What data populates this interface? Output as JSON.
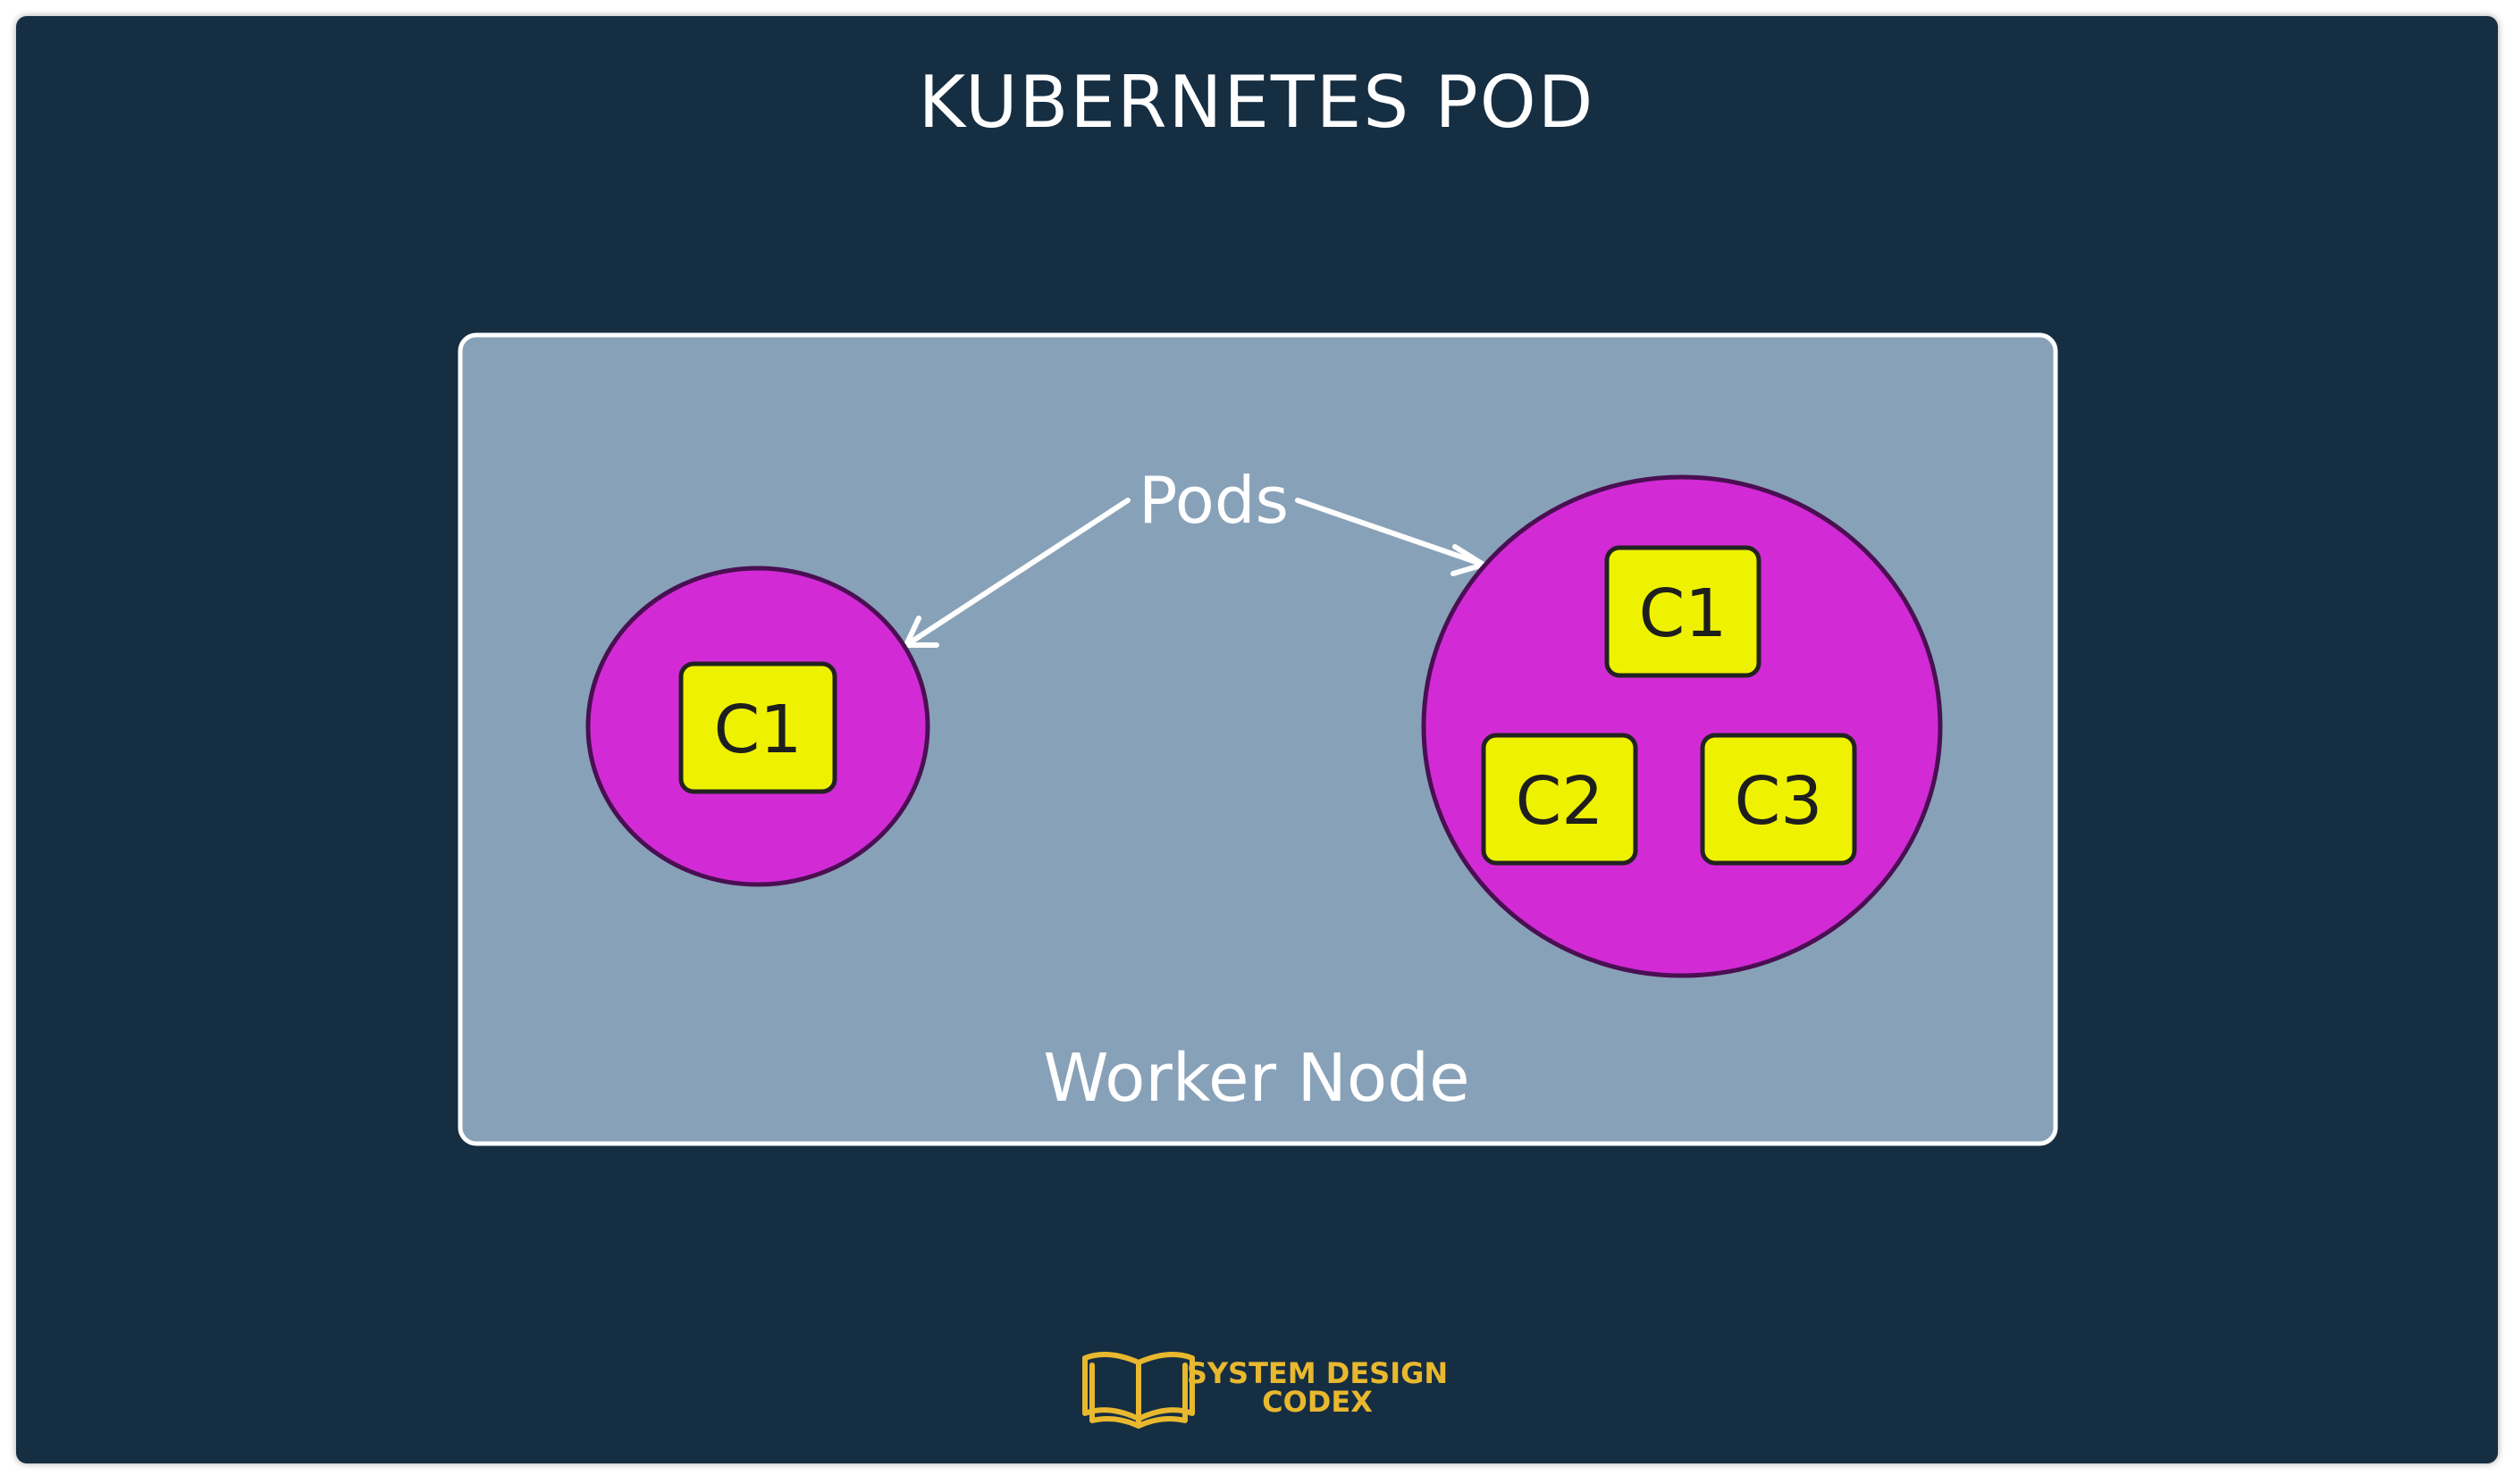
{
  "title": "KUBERNETES POD",
  "node_label": "Worker Node",
  "pods_label": "Pods",
  "pods": [
    {
      "containers": [
        "C1"
      ]
    },
    {
      "containers": [
        "C1",
        "C2",
        "C3"
      ]
    }
  ],
  "brand": {
    "line1": "SYSTEM DESIGN",
    "line2": "CODEX",
    "icon": "open-book-icon"
  },
  "colors": {
    "background": "#122d42",
    "node_fill": "#87a1b8",
    "node_border": "#ffffff",
    "pod_fill": "#d22bd6",
    "pod_border": "#4a0f52",
    "container_fill": "#eef200",
    "container_border": "#222222",
    "text_light": "#ffffff",
    "text_dark": "#1e1e1e",
    "brand": "#e8b82e"
  }
}
